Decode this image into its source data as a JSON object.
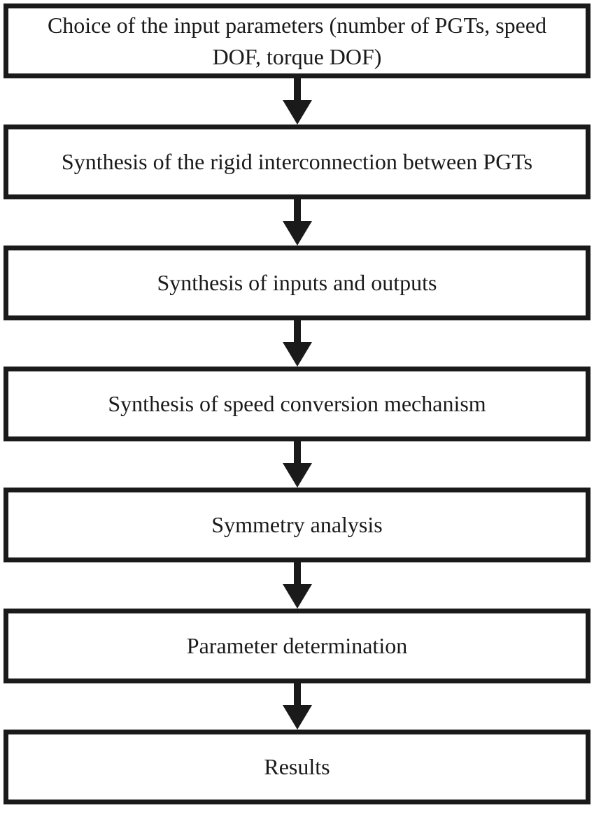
{
  "diagram": {
    "type": "flowchart",
    "colors": {
      "border": "#1a1a1a",
      "background": "#ffffff",
      "text": "#1a1a1a"
    },
    "steps": [
      {
        "label": "Choice of the input parameters (number of PGTs, speed DOF, torque DOF)"
      },
      {
        "label": "Synthesis of the rigid interconnection between PGTs"
      },
      {
        "label": "Synthesis of inputs and outputs"
      },
      {
        "label": "Synthesis of speed conversion mechanism"
      },
      {
        "label": "Symmetry analysis"
      },
      {
        "label": "Parameter determination"
      },
      {
        "label": "Results"
      }
    ]
  }
}
